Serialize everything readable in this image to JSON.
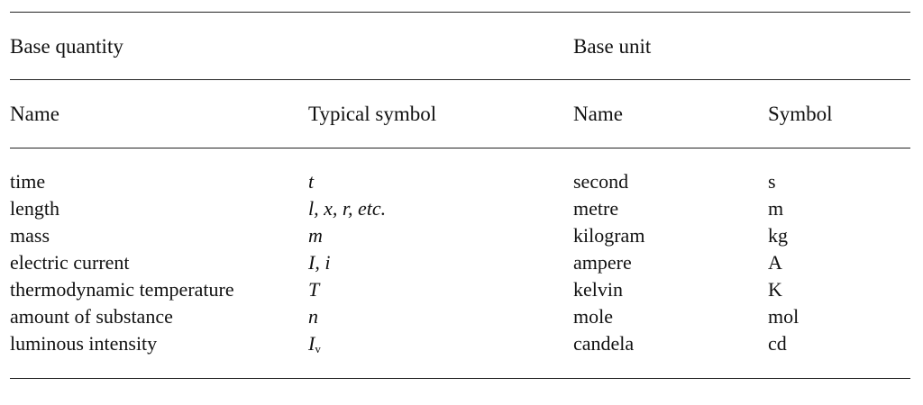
{
  "header": {
    "group_quantity": "Base quantity",
    "group_unit": "Base unit",
    "col_name": "Name",
    "col_symbol": "Typical symbol",
    "col_unit_name": "Name",
    "col_unit_symbol": "Symbol"
  },
  "rows": [
    {
      "name": "time",
      "symbol": "t",
      "unit_name": "second",
      "unit_symbol": "s"
    },
    {
      "name": "length",
      "symbol": "l, x, r, etc.",
      "unit_name": "metre",
      "unit_symbol": "m"
    },
    {
      "name": "mass",
      "symbol": "m",
      "unit_name": "kilogram",
      "unit_symbol": "kg"
    },
    {
      "name": "electric current",
      "symbol": "I, i",
      "unit_name": "ampere",
      "unit_symbol": "A"
    },
    {
      "name": "thermodynamic temperature",
      "symbol": "T",
      "unit_name": "kelvin",
      "unit_symbol": "K"
    },
    {
      "name": "amount of substance",
      "symbol": "n",
      "unit_name": "mole",
      "unit_symbol": "mol"
    },
    {
      "name": "luminous intensity",
      "symbol_main": "I",
      "symbol_sub": "v",
      "unit_name": "candela",
      "unit_symbol": "cd"
    }
  ]
}
